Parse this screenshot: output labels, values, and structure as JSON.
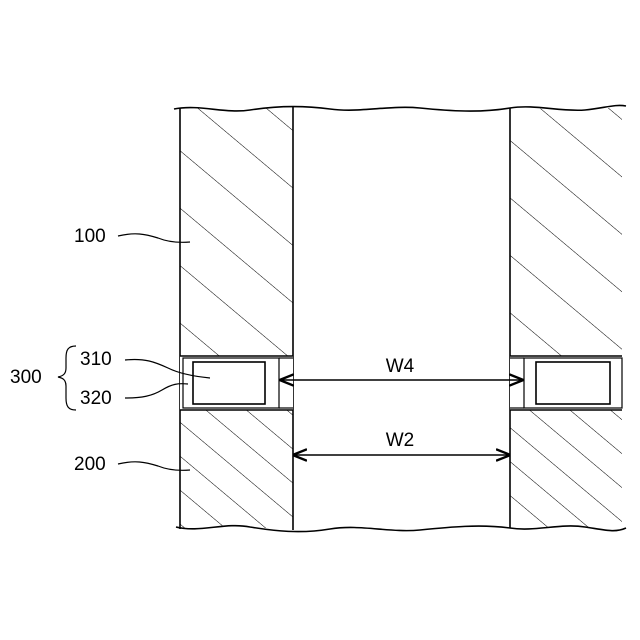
{
  "labels": {
    "layer_100": "100",
    "layer_200": "200",
    "assembly_300": "300",
    "part_310": "310",
    "part_320": "320",
    "width_w4": "W4",
    "width_w2": "W2"
  },
  "colors": {
    "line": "#000000",
    "background": "#ffffff",
    "hatch": "#000000",
    "dots": "#000000"
  }
}
